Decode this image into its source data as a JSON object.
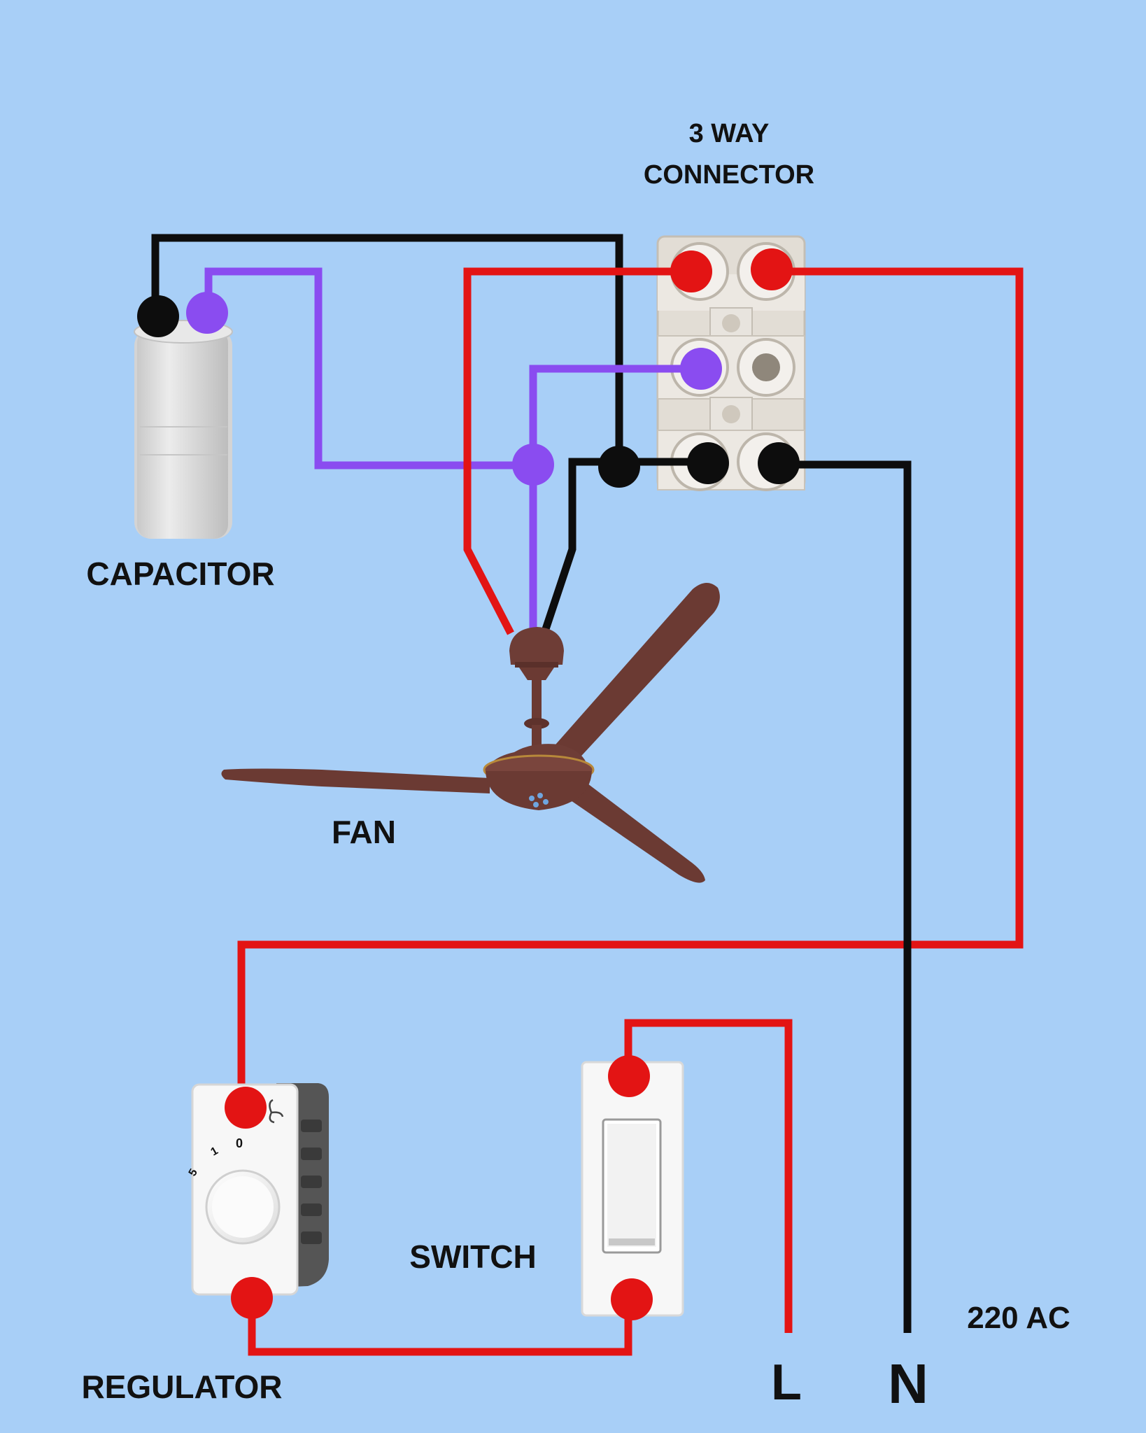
{
  "diagram": {
    "labels": {
      "connector_line1": "3 WAY",
      "connector_line2": "CONNECTOR",
      "capacitor": "CAPACITOR",
      "fan": "FAN",
      "switch": "SWITCH",
      "regulator": "REGULATOR",
      "supply": "220 AC",
      "live": "L",
      "neutral": "N"
    },
    "regulator_marks": {
      "off": "0",
      "speed1": "1",
      "speed5": "5"
    }
  },
  "colors": {
    "background": "#a8cff7",
    "live_wire": "#e31414",
    "neutral_wire": "#0d0d0d",
    "capacitor_wire": "#8a4cf0",
    "fan_body": "#6b3a33",
    "connector_body": "#ece8e2",
    "switch_plate": "#f7f7f7",
    "regulator_housing": "#555555"
  },
  "icons": [
    "ceiling-fan-icon",
    "capacitor-icon",
    "terminal-block-icon",
    "switch-icon",
    "regulator-icon"
  ]
}
